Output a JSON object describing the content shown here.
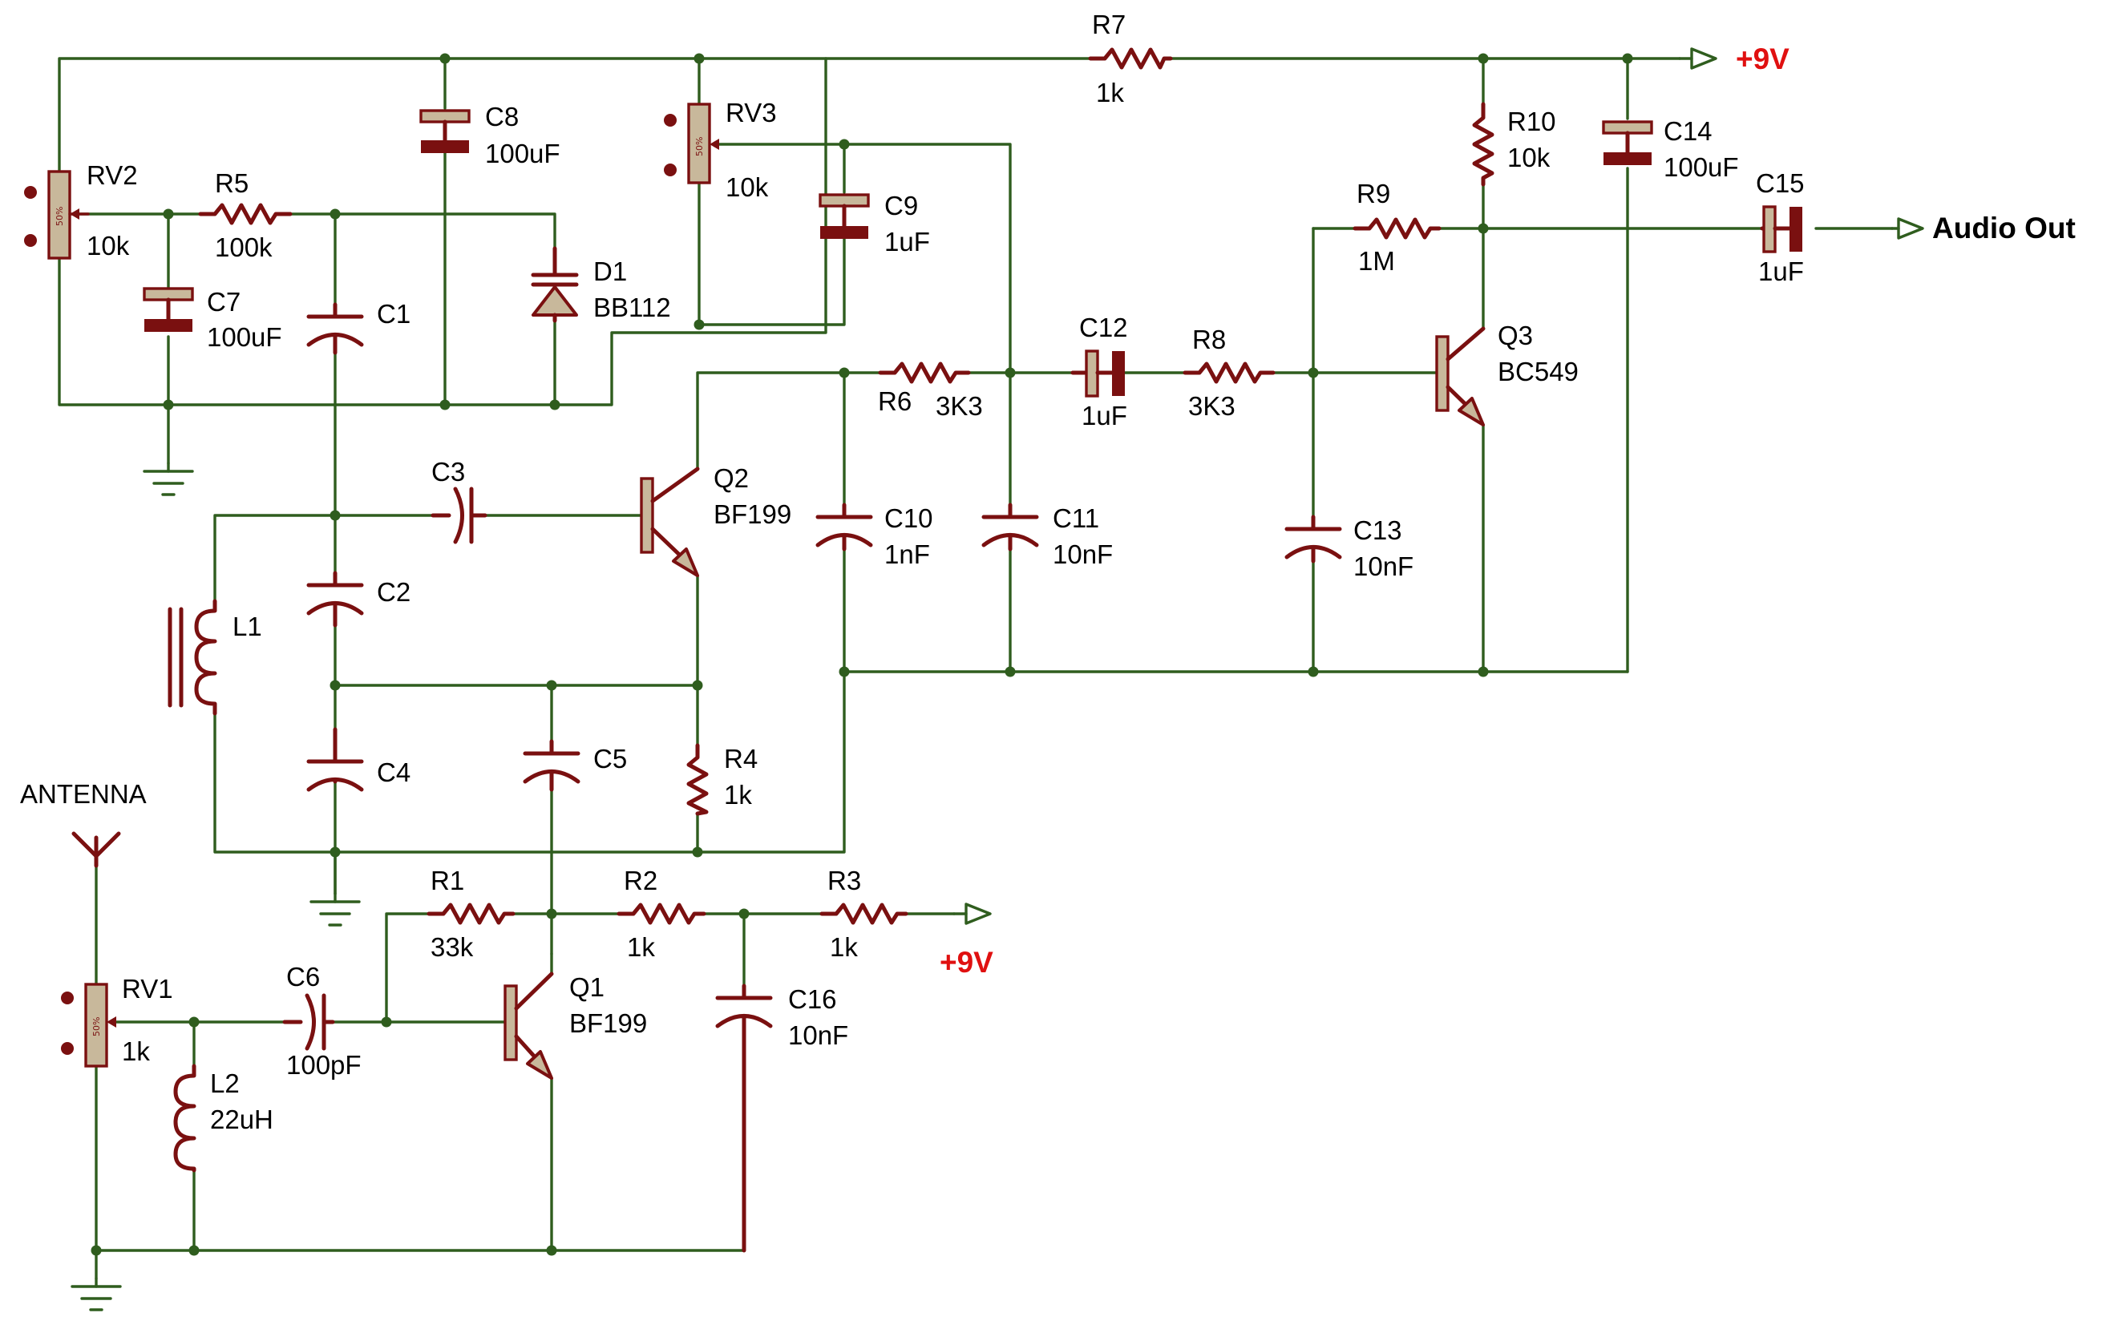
{
  "components": {
    "R1": {
      "ref": "R1",
      "value": "33k"
    },
    "R2": {
      "ref": "R2",
      "value": "1k"
    },
    "R3": {
      "ref": "R3",
      "value": "1k"
    },
    "R4": {
      "ref": "R4",
      "value": "1k"
    },
    "R5": {
      "ref": "R5",
      "value": "100k"
    },
    "R6": {
      "ref": "R6",
      "value": "3K3"
    },
    "R7": {
      "ref": "R7",
      "value": "1k"
    },
    "R8": {
      "ref": "R8",
      "value": "3K3"
    },
    "R9": {
      "ref": "R9",
      "value": "1M"
    },
    "R10": {
      "ref": "R10",
      "value": "10k"
    },
    "RV1": {
      "ref": "RV1",
      "value": "1k",
      "wiper": "50%"
    },
    "RV2": {
      "ref": "RV2",
      "value": "10k",
      "wiper": "50%"
    },
    "RV3": {
      "ref": "RV3",
      "value": "10k",
      "wiper": "50%"
    },
    "C1": {
      "ref": "C1"
    },
    "C2": {
      "ref": "C2"
    },
    "C3": {
      "ref": "C3"
    },
    "C4": {
      "ref": "C4"
    },
    "C5": {
      "ref": "C5"
    },
    "C6": {
      "ref": "C6",
      "value": "100pF"
    },
    "C7": {
      "ref": "C7",
      "value": "100uF"
    },
    "C8": {
      "ref": "C8",
      "value": "100uF"
    },
    "C9": {
      "ref": "C9",
      "value": "1uF"
    },
    "C10": {
      "ref": "C10",
      "value": "1nF"
    },
    "C11": {
      "ref": "C11",
      "value": "10nF"
    },
    "C12": {
      "ref": "C12",
      "value": "1uF"
    },
    "C13": {
      "ref": "C13",
      "value": "10nF"
    },
    "C14": {
      "ref": "C14",
      "value": "100uF"
    },
    "C15": {
      "ref": "C15",
      "value": "1uF"
    },
    "C16": {
      "ref": "C16",
      "value": "10nF"
    },
    "D1": {
      "ref": "D1",
      "value": "BB112"
    },
    "L1": {
      "ref": "L1"
    },
    "L2": {
      "ref": "L2",
      "value": "22uH"
    },
    "Q1": {
      "ref": "Q1",
      "value": "BF199"
    },
    "Q2": {
      "ref": "Q2",
      "value": "BF199"
    },
    "Q3": {
      "ref": "Q3",
      "value": "BC549"
    }
  },
  "terminals": {
    "supply_top": "+9V",
    "supply_bottom": "+9V",
    "audio_out": "Audio Out",
    "antenna": "ANTENNA"
  },
  "colors": {
    "wire": "#2f5d1e",
    "component": "#7a1010",
    "component_body": "#c8b89b",
    "power_label": "#e01010"
  }
}
